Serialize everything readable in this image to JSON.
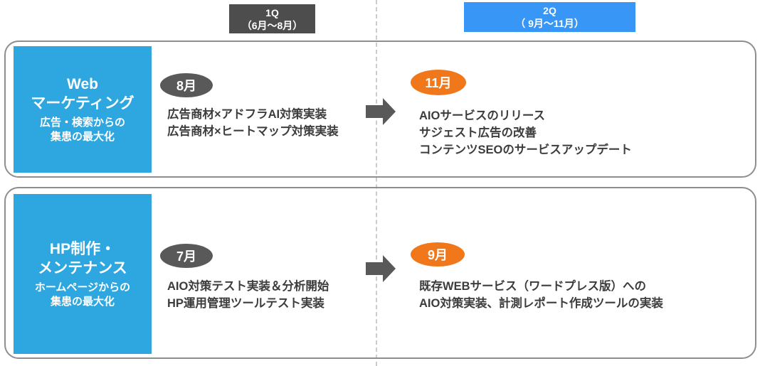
{
  "colors": {
    "category_box_blue": "#2EA7E0",
    "q2_header_blue": "#3897F6",
    "q1_header_gray": "#4D4D4D",
    "month_badge_gray": "#595959",
    "month_badge_orange": "#F0781A",
    "arrow_gray": "#595959",
    "card_border_gray": "#8E8E8E",
    "divider_gray": "#CBCBCB",
    "task_text": "#3C3C3C"
  },
  "timeline": {
    "q1_label_line1": "1Q",
    "q1_label_line2": "（6月～8月）",
    "q2_label_line1": "2Q",
    "q2_label_line2": "（ 9月～11月）"
  },
  "rows": [
    {
      "category": {
        "title_lines": [
          "Web",
          "マーケティング"
        ],
        "subtitle_lines": [
          "広告・検索からの",
          "集患の最大化"
        ]
      },
      "q1": {
        "month": "8月",
        "tasks": [
          "広告商材×アドフラAI対策実装",
          "広告商材×ヒートマップ対策実装"
        ]
      },
      "q2": {
        "month": "11月",
        "tasks": [
          "AIOサービスのリリース",
          "サジェスト広告の改善",
          "コンテンツSEOのサービスアップデート"
        ]
      }
    },
    {
      "category": {
        "title_lines": [
          "HP制作・",
          "メンテナンス"
        ],
        "subtitle_lines": [
          "ホームページからの",
          "集患の最大化"
        ]
      },
      "q1": {
        "month": "7月",
        "tasks": [
          "AIO対策テスト実装＆分析開始",
          "HP運用管理ツールテスト実装"
        ]
      },
      "q2": {
        "month": "9月",
        "tasks": [
          "既存WEBサービス（ワードプレス版）への",
          "AIO対策実装、計測レポート作成ツールの実装"
        ]
      }
    }
  ]
}
